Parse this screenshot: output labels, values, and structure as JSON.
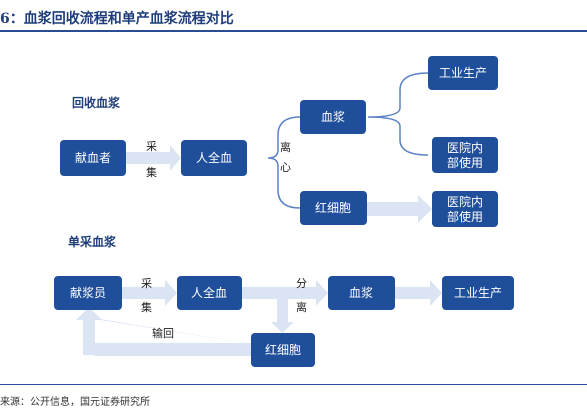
{
  "header": {
    "title": "6：血浆回收流程和单产血浆流程对比"
  },
  "footer": {
    "source": "来源：公开信息，国元证券研究所"
  },
  "section1": {
    "label": "回收血浆",
    "nodes": {
      "donor": "献血者",
      "whole_blood": "人全血",
      "plasma": "血浆",
      "red_cells": "红细胞",
      "industrial": "工业生产",
      "hospital_1": [
        "医院内",
        "部使用"
      ],
      "hospital_2": [
        "医院内",
        "部使用"
      ]
    },
    "edges": {
      "collect": [
        "采",
        "集"
      ],
      "centrifuge": [
        "离",
        "心"
      ]
    }
  },
  "section2": {
    "label": "单采血浆",
    "nodes": {
      "donor": "献浆员",
      "whole_blood": "人全血",
      "plasma": "血浆",
      "industrial": "工业生产",
      "red_cells": "红细胞"
    },
    "edges": {
      "collect": [
        "采",
        "集"
      ],
      "separate": [
        "分",
        "离"
      ],
      "return": "输回"
    }
  },
  "colors": {
    "node_fill": "#1f4e9a",
    "arrow": "#dbe4f3",
    "brace": "#5b82c4",
    "title": "#1f3d7a"
  }
}
